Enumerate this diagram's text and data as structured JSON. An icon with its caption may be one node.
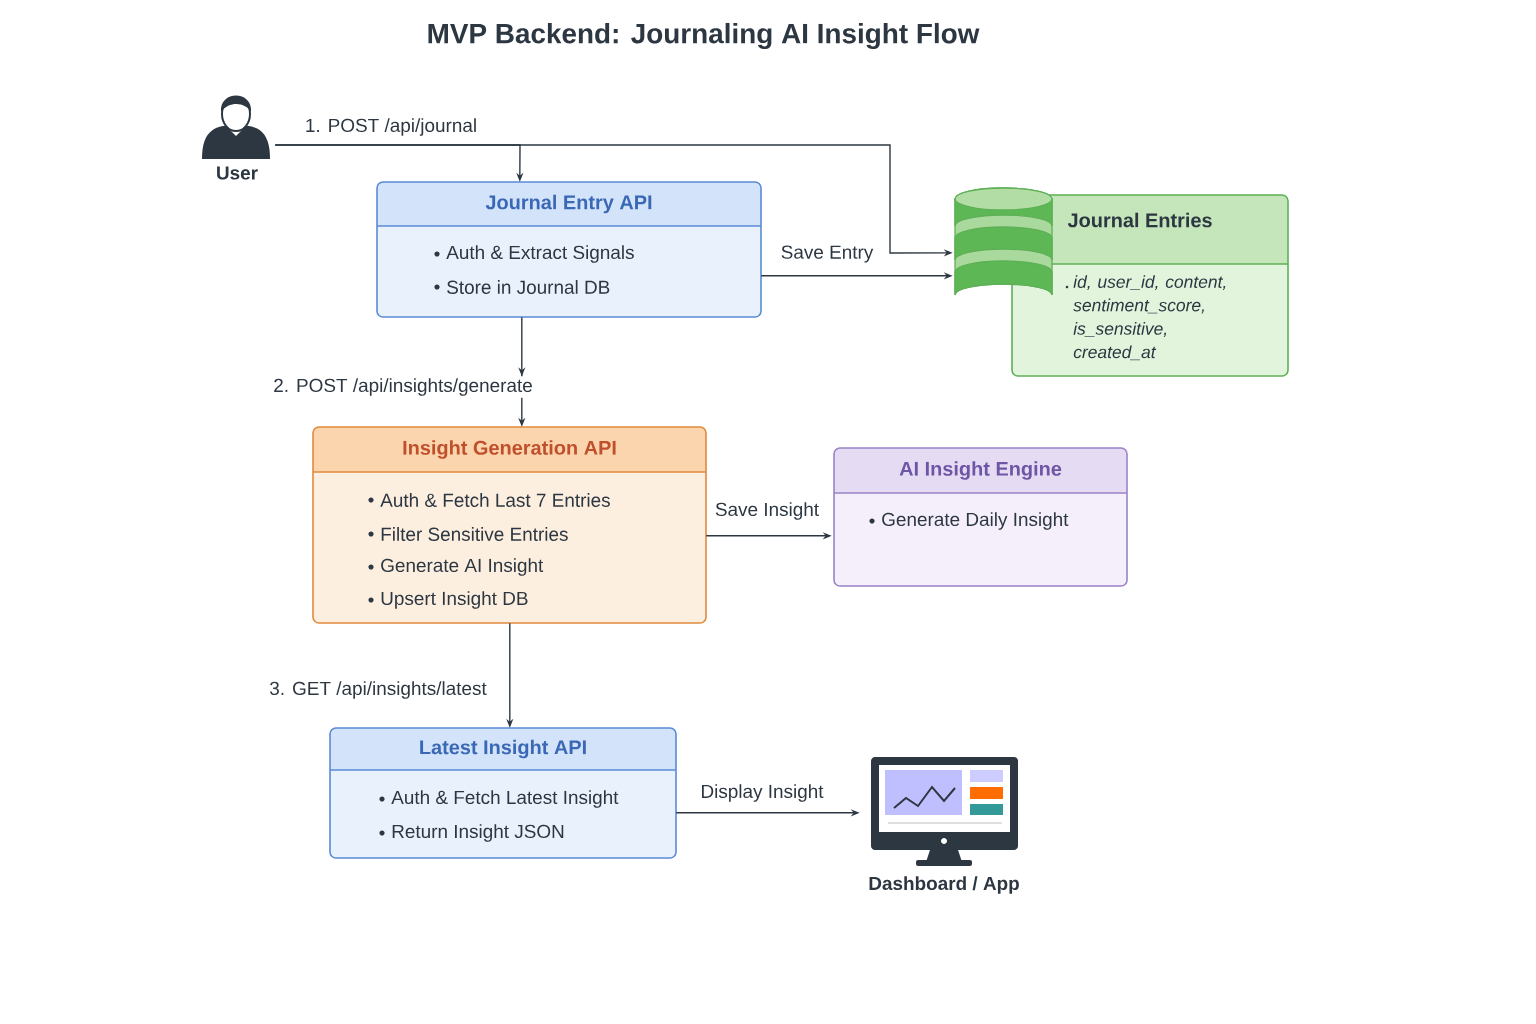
{
  "diagram": {
    "title": "MVP Backend: Journaling AI Insight Flow",
    "nodes": [
      {
        "text": [
          "User"
        ]
      },
      {
        "text": [
          "Journal Entry API",
          "Auth & Extract Signals",
          "Store in Journal DB"
        ]
      },
      {
        "text": [
          "Journal Entries",
          "id, user_id, content, sentiment_score, is_sensitive, created_at"
        ]
      },
      {
        "text": [
          "Insight Generation API",
          "Auth & Fetch Last 7 Entries",
          "Filter Sensitive Entries",
          "Generate AI Insight",
          "Upsert Insight DB"
        ]
      },
      {
        "text": [
          "AI Insight Engine",
          "Generate Daily Insight"
        ]
      },
      {
        "text": [
          "Latest Insight API",
          "Auth & Fetch Latest Insight",
          "Return Insight JSON"
        ]
      },
      {
        "text": [
          "Dashboard / App"
        ]
      }
    ],
    "edges": [
      {
        "from": 0,
        "to": 1,
        "arrow": "to",
        "label": "1. POST /api/journal"
      },
      {
        "from": 0,
        "to": 2,
        "arrow": "to"
      },
      {
        "from": 1,
        "to": 2,
        "arrow": "to",
        "label": "Save Entry"
      },
      {
        "from": 1,
        "to": 3,
        "arrow": "to",
        "label": "2. POST /api/insights/generate"
      },
      {
        "from": 3,
        "to": 4,
        "arrow": "to",
        "label": "Save Insight"
      },
      {
        "from": 3,
        "to": 5,
        "arrow": "to",
        "label": "3. GET /api/insights/latest"
      },
      {
        "from": 5,
        "to": 6,
        "arrow": "to",
        "label": "Display Insight"
      }
    ]
  }
}
